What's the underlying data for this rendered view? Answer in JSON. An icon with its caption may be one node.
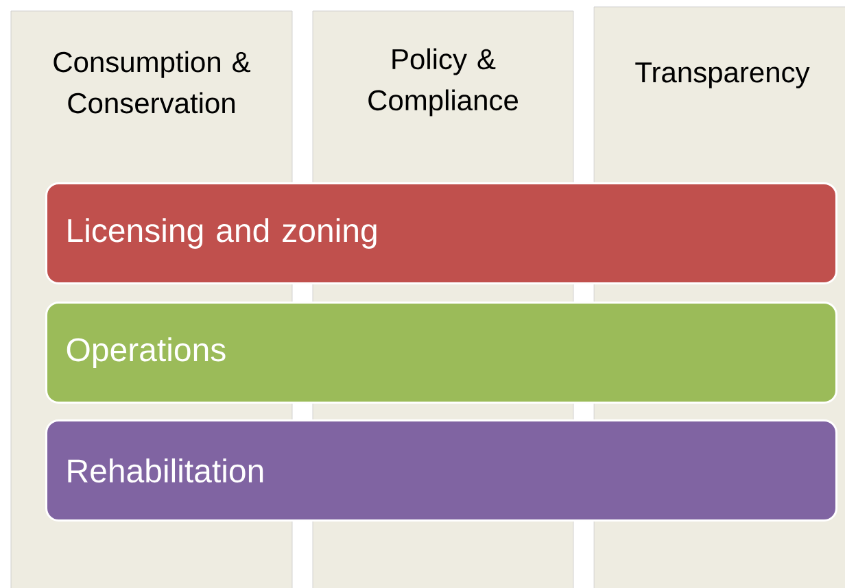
{
  "diagram": {
    "nodes": [
      {
        "text": [
          "Consumption & Conservation"
        ]
      },
      {
        "text": [
          "Policy & Compliance"
        ]
      },
      {
        "text": [
          "Transparency"
        ]
      },
      {
        "text": [
          "Licensing and zoning"
        ]
      },
      {
        "text": [
          "Operations"
        ]
      },
      {
        "text": [
          "Rehabilitation"
        ]
      }
    ]
  }
}
